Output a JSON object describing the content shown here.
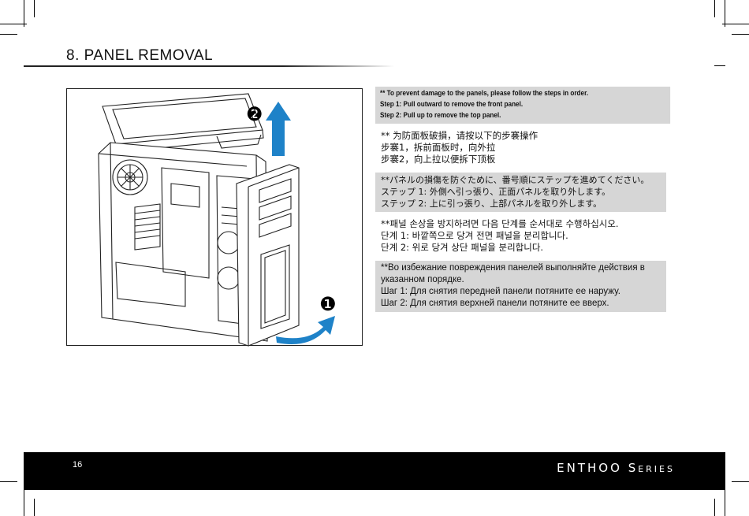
{
  "page": {
    "title": "8. PANEL REMOVAL",
    "page_number": "16",
    "brand": "ENTHOO Series"
  },
  "figure": {
    "step_markers": [
      "❷",
      "❶"
    ]
  },
  "instructions": {
    "english": [
      "** To prevent damage to the panels, please follow the steps in order.",
      "Step 1: Pull outward to remove the front panel.",
      "Step 2: Pull up to remove the top panel."
    ],
    "chinese": [
      "** 为防面板破損，请按以下的步褰操作",
      "步褰1，拆前面板时，向外拉",
      "步褰2，向上拉以便拆下顶板"
    ],
    "japanese": [
      "**パネルの損傷を防ぐために、番号順にステップを進めてください。",
      "ステップ 1: 外側へ引っ張り、正面パネルを取り外します。",
      "ステップ 2: 上に引っ張り、上部パネルを取り外します。"
    ],
    "korean": [
      "**패널 손상을 방지하려면 다음 단계를 순서대로 수행하십시오.",
      "단계 1: 바깥쪽으로 당겨 전면 패널을 분리합니다.",
      "단계 2: 위로 당겨 상단 패널을 분리합니다."
    ],
    "russian": [
      "**Во избежание повреждения панелей выполняйте действия в указанном порядке.",
      "Шаг 1: Для снятия передней панели потяните ее наружу.",
      "Шаг 2: Для снятия верхней панели потяните ее вверх."
    ]
  },
  "colors": {
    "arrow_blue": "#1e82c8",
    "shade_gray": "#d6d6d6",
    "footer_black": "#000000"
  }
}
